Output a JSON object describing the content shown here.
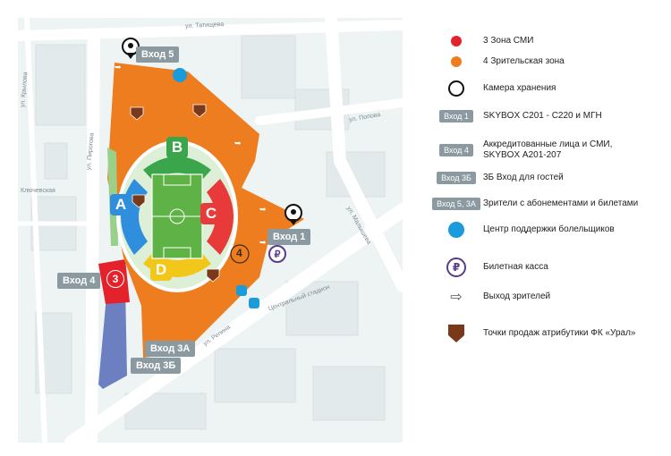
{
  "map": {
    "entries": {
      "entry5": "Вход 5",
      "entry1": "Вход 1",
      "entry4": "Вход 4",
      "entry3a": "Вход 3А",
      "entry3b": "Вход 3Б"
    },
    "sectors": {
      "a": "A",
      "b": "B",
      "c": "C",
      "d": "D"
    },
    "zone_numbers": {
      "zone3": "3",
      "zone4": "4"
    },
    "streets": {
      "tatishcheva": "ул. Татищева",
      "krylova": "ул. Крылова",
      "pirogova": "ул. Пирогова",
      "popova": "ул. Попова",
      "malysheva": "ул. Малышева",
      "repina": "ул. Репина",
      "kluchevskaya": "Ключевская",
      "central_stadium": "Центральный стадион"
    },
    "colors": {
      "orange_zone": "#ee7d1f",
      "media_zone": "#e3222b",
      "sector_b": "#3aa54a",
      "sector_a": "#2f8fdc",
      "sector_c": "#e83a3a",
      "sector_d": "#f3c71a",
      "guest_zone": "#6c7fc0",
      "support": "#1a9bdc"
    }
  },
  "legend": {
    "items": [
      {
        "symbol": "red-dot",
        "text": "3 Зона СМИ"
      },
      {
        "symbol": "orange-dot",
        "text": "4 Зрительская зона"
      },
      {
        "symbol": "storage-pin-icon",
        "text": "Камера хранения"
      },
      {
        "symbol": "badge",
        "badge": "Вход 1",
        "text": "SKYBOX С201 - С220 и МГН"
      },
      {
        "symbol": "badge",
        "badge": "Вход 4",
        "text": "Аккредитованные лица и СМИ,",
        "text2": "SKYBOX А201-207"
      },
      {
        "symbol": "badge",
        "badge": "Вход 3Б",
        "text": "3Б Вход для гостей"
      },
      {
        "symbol": "badge",
        "badge": "Вход 5, 3А",
        "text": "Зрители с абонементами и билетами"
      },
      {
        "symbol": "blue-dot",
        "text": "Центр поддержки болельщиков"
      },
      {
        "symbol": "ruble-icon",
        "text": "Билетная касса"
      },
      {
        "symbol": "exit-arrow-icon",
        "text": "Выход зрителей"
      },
      {
        "symbol": "ural-shield-icon",
        "text": "Точки продаж атрибутики ФК «Урал»"
      }
    ]
  }
}
